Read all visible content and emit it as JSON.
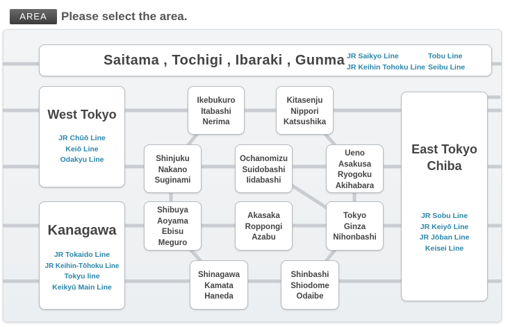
{
  "header": {
    "tag": "AREA",
    "title": "Please select the area."
  },
  "north": {
    "title": "Saitama , Tochigi , Ibaraki , Gunma",
    "lines_a": [
      "JR Saikyo Line",
      "JR Keihin Tohoku Line"
    ],
    "lines_b": [
      "Tobu Line",
      "Seibu Line"
    ]
  },
  "west": {
    "title": "West Tokyo",
    "lines": [
      "JR Chūō Line",
      "Keiō Line",
      "Odakyu Line"
    ]
  },
  "kanagawa": {
    "title": "Kanagawa",
    "lines": [
      "JR Tokaido Line",
      "JR Keihin-Tōhoku Line",
      "Tokyu line",
      "Keikyū Main Line"
    ]
  },
  "east": {
    "title_line1": "East Tokyo",
    "title_line2": "Chiba",
    "lines": [
      "JR Sobu Line",
      "JR Keiyō Line",
      "JR Jōban Line",
      "Keisei Line"
    ]
  },
  "areas": {
    "ikebukuro": [
      "Ikebukuro",
      "Itabashi",
      "Nerima"
    ],
    "kitasenju": [
      "Kitasenju",
      "Nippori",
      "Katsushika"
    ],
    "shinjuku": [
      "Shinjuku",
      "Nakano",
      "Suginami"
    ],
    "ochanomizu": [
      "Ochanomizu",
      "Suidobashi",
      "Iidabashi"
    ],
    "ueno": [
      "Ueno",
      "Asakusa",
      "Ryogoku",
      "Akihabara"
    ],
    "shibuya": [
      "Shibuya",
      "Aoyama",
      "Ebisu",
      "Meguro"
    ],
    "akasaka": [
      "Akasaka",
      "Roppongi",
      "Azabu"
    ],
    "tokyo": [
      "Tokyo",
      "Ginza",
      "Nihonbashi"
    ],
    "shinagawa": [
      "Shinagawa",
      "Kamata",
      "Haneda"
    ],
    "shinbashi": [
      "Shinbashi",
      "Shiodome",
      "Odaibe"
    ]
  },
  "colors": {
    "accent": "#2b86a9",
    "rail": "#c9ccd0",
    "text": "#444444"
  }
}
